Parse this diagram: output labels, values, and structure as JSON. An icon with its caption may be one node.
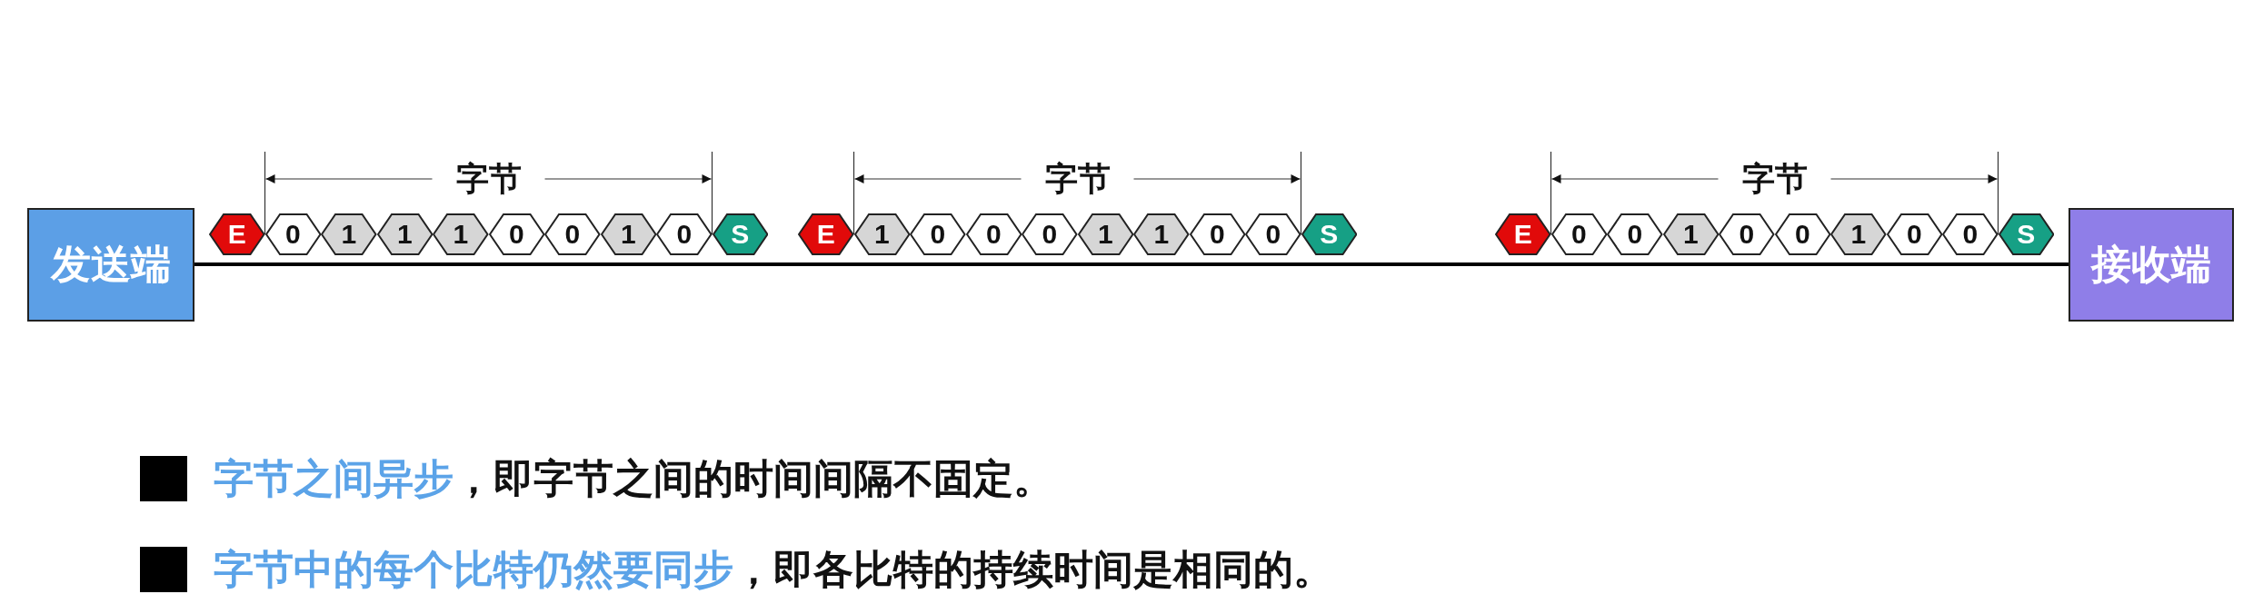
{
  "diagram": {
    "nodes": [
      {
        "text": [
          "发送端"
        ]
      },
      {
        "text": [
          "E"
        ]
      },
      {
        "text": [
          "0"
        ]
      },
      {
        "text": [
          "1"
        ]
      },
      {
        "text": [
          "1"
        ]
      },
      {
        "text": [
          "1"
        ]
      },
      {
        "text": [
          "0"
        ]
      },
      {
        "text": [
          "0"
        ]
      },
      {
        "text": [
          "1"
        ]
      },
      {
        "text": [
          "0"
        ]
      },
      {
        "text": [
          "S"
        ]
      },
      {
        "text": [
          "E"
        ]
      },
      {
        "text": [
          "1"
        ]
      },
      {
        "text": [
          "0"
        ]
      },
      {
        "text": [
          "0"
        ]
      },
      {
        "text": [
          "0"
        ]
      },
      {
        "text": [
          "1"
        ]
      },
      {
        "text": [
          "1"
        ]
      },
      {
        "text": [
          "0"
        ]
      },
      {
        "text": [
          "0"
        ]
      },
      {
        "text": [
          "S"
        ]
      },
      {
        "text": [
          "E"
        ]
      },
      {
        "text": [
          "0"
        ]
      },
      {
        "text": [
          "0"
        ]
      },
      {
        "text": [
          "1"
        ]
      },
      {
        "text": [
          "0"
        ]
      },
      {
        "text": [
          "0"
        ]
      },
      {
        "text": [
          "1"
        ]
      },
      {
        "text": [
          "0"
        ]
      },
      {
        "text": [
          "0"
        ]
      },
      {
        "text": [
          "S"
        ]
      },
      {
        "text": [
          "接收端"
        ]
      }
    ],
    "edges": [
      {
        "from": 0,
        "to": 31,
        "arrow": "none"
      }
    ],
    "labels": [
      "字节",
      "字节",
      "字节",
      "字节之间异步",
      "，即字节之间的时间间隔不固定。",
      "字节中的每个比特仍然要同步",
      "，即各比特的持续时间是相同的。"
    ]
  }
}
